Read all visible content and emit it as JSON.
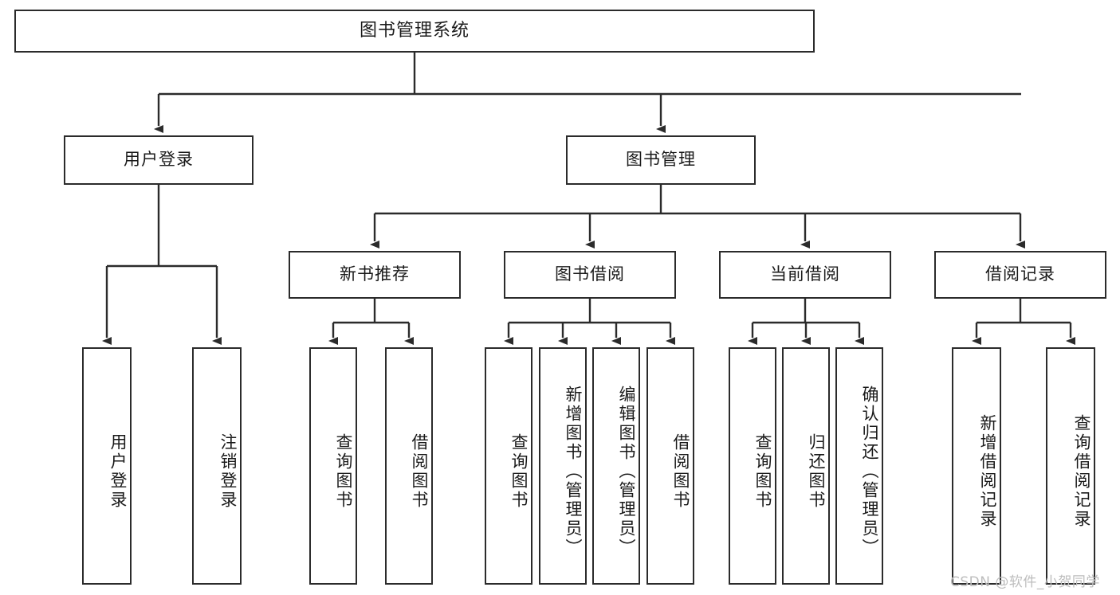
{
  "diagram": {
    "title": "图书管理系统",
    "type": "tree-hierarchy",
    "orientation": "top-down",
    "edge_style": "orthogonal-with-arrowheads",
    "colors": {
      "box_border": "#2b2b2b",
      "box_fill": "#ffffff",
      "edge": "#2b2b2b",
      "text": "#1a1a1a",
      "watermark": "#bdbdbd",
      "background": "#ffffff"
    },
    "root": {
      "label": "图书管理系统"
    },
    "level2": [
      {
        "label": "用户登录"
      },
      {
        "label": "图书管理"
      }
    ],
    "level3": [
      {
        "label": "新书推荐"
      },
      {
        "label": "图书借阅"
      },
      {
        "label": "当前借阅"
      },
      {
        "label": "借阅记录"
      }
    ],
    "leaves": {
      "user_login": [
        {
          "label": "用户登录"
        },
        {
          "label": "注销登录"
        }
      ],
      "new_book_recommend": [
        {
          "label": "查询图书"
        },
        {
          "label": "借阅图书"
        }
      ],
      "book_borrow": [
        {
          "label": "查询图书"
        },
        {
          "label": "新增图书（管理员）"
        },
        {
          "label": "编辑图书（管理员）"
        },
        {
          "label": "借阅图书"
        }
      ],
      "current_borrow": [
        {
          "label": "查询图书"
        },
        {
          "label": "归还图书"
        },
        {
          "label": "确认归还（管理员）"
        }
      ],
      "borrow_record": [
        {
          "label": "新增借阅记录"
        },
        {
          "label": "查询借阅记录"
        }
      ]
    }
  },
  "watermark": {
    "text": "CSDN @软件_小贺同学"
  }
}
